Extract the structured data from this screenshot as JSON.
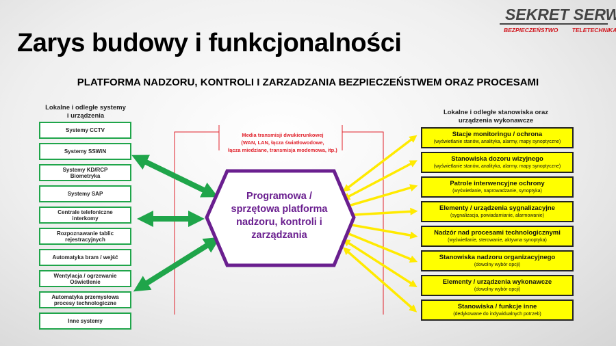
{
  "title": "Zarys budowy i funkcjonalności",
  "subtitle": "PLATFORMA NADZORU, KONTROLI I ZARZADZANIA BEZPIECZEŃSTWEM ORAZ PROCESAMI",
  "logo": {
    "name": "SEKRET SERWIS",
    "tagline": "BEZPIECZEŃSTWO TELETECHNIKA"
  },
  "left": {
    "heading": [
      "Lokalne i odległe systemy",
      "i urządzenia"
    ],
    "items": [
      [
        "Systemy CCTV"
      ],
      [
        "Systemy SSWiN"
      ],
      [
        "Systemy KD/RCP",
        "Biometryka"
      ],
      [
        "Systemy SAP"
      ],
      [
        "Centrale telefoniczne",
        "interkomy"
      ],
      [
        "Rozpoznawanie tablic",
        "rejestracyjnych"
      ],
      [
        "Automatyka bram / wejść"
      ],
      [
        "Wentylacja / ogrzewanie",
        "Oświetlenie"
      ],
      [
        "Automatyka przemysłowa",
        "procesy technologiczne"
      ],
      [
        "Inne systemy"
      ]
    ]
  },
  "center": {
    "media": [
      "Media transmisji dwukierunkowej",
      "(WAN, LAN, łącza światłowodowe,",
      "łącza miedziane, transmisja modemowa, itp.)"
    ],
    "platform": [
      "Programowa /",
      "sprzętowa platforma",
      "nadzoru, kontroli i",
      "zarządzania"
    ]
  },
  "right": {
    "heading": [
      "Lokalne i odległe stanowiska oraz",
      "urządzenia wykonawcze"
    ],
    "items": [
      {
        "main": "Stacje monitoringu / ochrona",
        "sub": "(wyświetlanie stanów, analityka, alarmy, mapy synoptyczne)"
      },
      {
        "main": "Stanowiska dozoru wizyjnego",
        "sub": "(wyświetlanie stanów, analityka, alarmy, mapy synoptyczne)"
      },
      {
        "main": "Patrole interwencyjne ochrony",
        "sub": "(wyświetlanie, naprowadzanie, synoptyka)"
      },
      {
        "main": "Elementy / urządzenia sygnalizacyjne",
        "sub": "(sygnalizacja, powiadamianie, alarmowanie)"
      },
      {
        "main": "Nadzór nad procesami technologicznymi",
        "sub": "(wyświetlanie, sterowanie, aktywna synoptyka)"
      },
      {
        "main": "Stanowiska nadzoru organizacyjnego",
        "sub": "(dowolny wybór opcji)"
      },
      {
        "main": "Elementy / urządzenia wykonawcze",
        "sub": "(dowolny wybór opcji)"
      },
      {
        "main": "Stanowiska / funkcje inne",
        "sub": "(dedykowane do indywidualnych potrzeb)"
      }
    ]
  },
  "colors": {
    "green": "#1fa54a",
    "yellow": "#ffff00",
    "purple": "#6a1f8f",
    "red": "#e0202a"
  }
}
